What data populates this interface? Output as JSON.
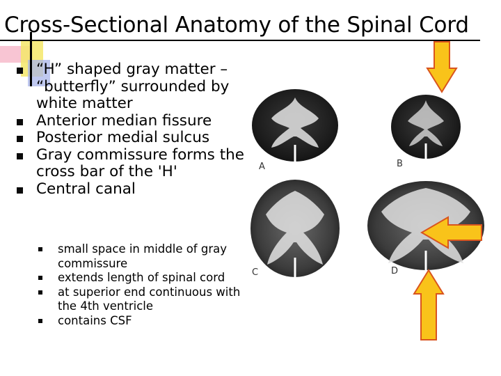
{
  "slide": {
    "title": "Cross-Sectional Anatomy of the Spinal Cord",
    "bullets": [
      "“H” shaped gray matter – “butterfly” surrounded by white matter",
      "Anterior median fissure",
      "Posterior medial sulcus",
      "Gray commissure forms the cross bar of the 'H'",
      "Central canal"
    ],
    "sub_bullets": [
      "small space in middle of gray commissure",
      "extends length of spinal cord",
      "at superior end continuous with the 4th ventricle",
      "contains CSF"
    ],
    "figure": {
      "panel_labels": [
        "A",
        "B",
        "C",
        "D"
      ]
    },
    "colors": {
      "arrow_fill": "#f9c31a",
      "arrow_stroke": "#d9541e",
      "bullet_square": "#0a0a0a"
    }
  }
}
